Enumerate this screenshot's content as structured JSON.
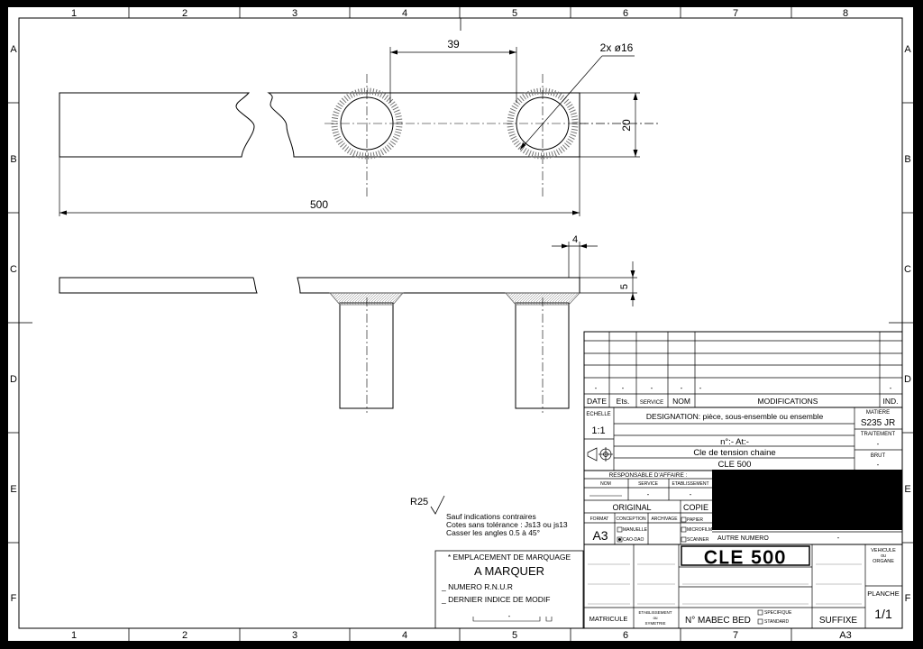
{
  "frame": {
    "columns": [
      "1",
      "2",
      "3",
      "4",
      "5",
      "6",
      "7",
      "8"
    ],
    "rows": [
      "A",
      "B",
      "C",
      "D",
      "E",
      "F"
    ]
  },
  "dimensions": {
    "hole_spacing": "39",
    "holes": "2x ø16",
    "width": "20",
    "length": "500",
    "thickness": "5",
    "weld": "4"
  },
  "notes": {
    "roughness": "R25",
    "line1": "Sauf indications contraires",
    "line2": "Cotes sans tolérance : Js13 ou js13",
    "line3": "Casser les angles 0.5 à 45°"
  },
  "marking": {
    "title": "* EMPLACEMENT DE MARQUAGE",
    "main": "A MARQUER",
    "line1": "_ NUMERO R.N.U.R",
    "line2": "_ DERNIER INDICE DE MODIF",
    "dash": "-"
  },
  "titleblock": {
    "rev_dashes": [
      "-",
      "-",
      "-",
      "-",
      "-",
      "-"
    ],
    "headers": {
      "date": "DATE",
      "ets": "Ets.",
      "service": "SERVICE",
      "nom": "NOM",
      "modifications": "MODIFICATIONS",
      "ind": "IND."
    },
    "echelle_label": "ECHELLE",
    "echelle_value": "1:1",
    "designation_label": "DESIGNATION: pièce, sous-ensemble ou ensemble",
    "matiere_label": "MATIERE",
    "matiere_value": "S235 JR",
    "traitement_label": "TRAITEMENT",
    "traitement_value": "-",
    "brut_label": "BRUT",
    "brut_value": "-",
    "number_line": "n°:- At:-",
    "description": "Cle de tension chaine",
    "part_code": "CLE 500",
    "responsable_label": "RESPONSABLE D'AFFAIRE :",
    "resp_nom": "NOM",
    "resp_service": "SERVICE",
    "resp_etablissement": "ETABLISSEMENT",
    "resp_service_value": "-",
    "resp_etab_value": "-",
    "original_label": "ORIGINAL",
    "copie_label": "COPIE",
    "format_label": "FORMAT",
    "conception_label": "CONCEPTION",
    "archivage_label": "ARCHIVAGE",
    "format_value": "A3",
    "opt_manuelle": "MANUELLE",
    "opt_caodao": "CAO-DAO",
    "opt_papier": "PAPIER",
    "opt_microfilm": "MICROFILM",
    "opt_scanner": "SCANNER",
    "autre_numero_label": "AUTRE NUMERO",
    "autre_numero_value": "-",
    "big_code": "CLE 500",
    "vehicule_label1": "VEHICULE",
    "vehicule_label2": "ou",
    "vehicule_label3": "ORGANE",
    "planche_label": "PLANCHE",
    "planche_value": "1/1",
    "matricule_label": "MATRICULE",
    "etab_sym1": "ETABLISSEMENT",
    "etab_sym2": "ou",
    "etab_sym3": "SYMETRIE",
    "mabec_label": "N° MABEC BED",
    "opt_specifique": "SPECIFIQUE",
    "opt_standard": "STANDARD",
    "suffixe_label": "SUFFIXE",
    "sheet_size": "A3"
  }
}
